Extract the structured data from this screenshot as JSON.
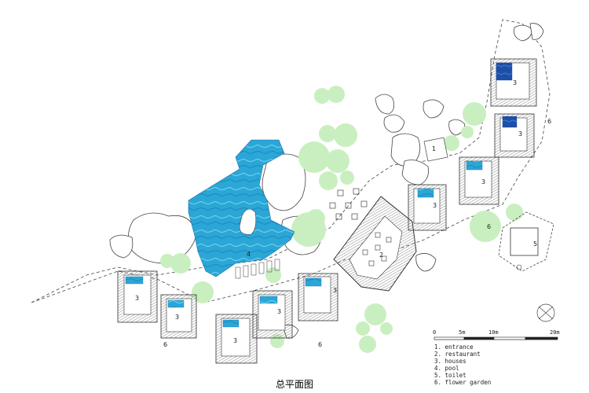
{
  "caption": "总平面图",
  "legend": [
    "1. entrance",
    "2. restaurant",
    "3. houses",
    "4. pool",
    "5. toilet",
    "6. flower garden"
  ],
  "scale_labels": [
    "0",
    "5m",
    "10m",
    "20m"
  ],
  "plan_labels": {
    "entrance": "1",
    "restaurant": "2",
    "house": "3",
    "pool": "4",
    "toilet": "5",
    "garden": "6"
  },
  "colors": {
    "pool": "#2aa7d6",
    "pool_deep": "#1d6fa8",
    "tree": "#c9efc0",
    "line": "#333333",
    "hatch": "#555555"
  }
}
